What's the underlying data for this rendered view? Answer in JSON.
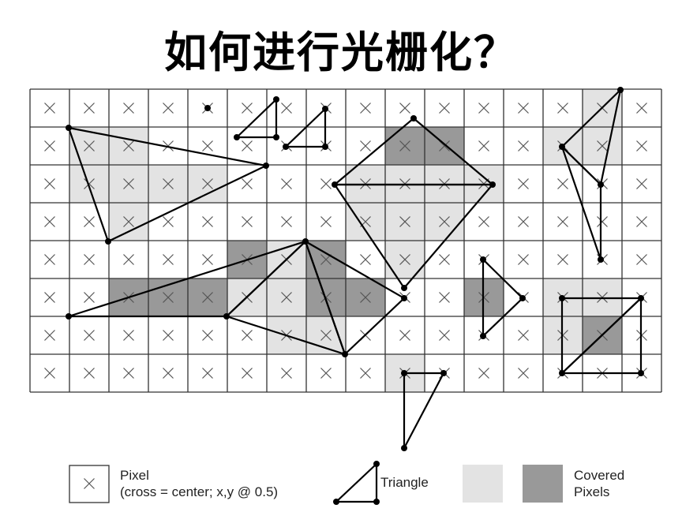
{
  "title": "如何进行光栅化？",
  "legend": {
    "pixel_label": "Pixel",
    "pixel_note": "(cross = center; x,y @ 0.5)",
    "triangle_label": "Triangle",
    "covered_label_1": "Covered",
    "covered_label_2": "Pixels"
  },
  "colors": {
    "light_cover": "#e3e3e3",
    "dark_cover": "#999999",
    "grid": "#333333",
    "cross": "#555555"
  }
}
